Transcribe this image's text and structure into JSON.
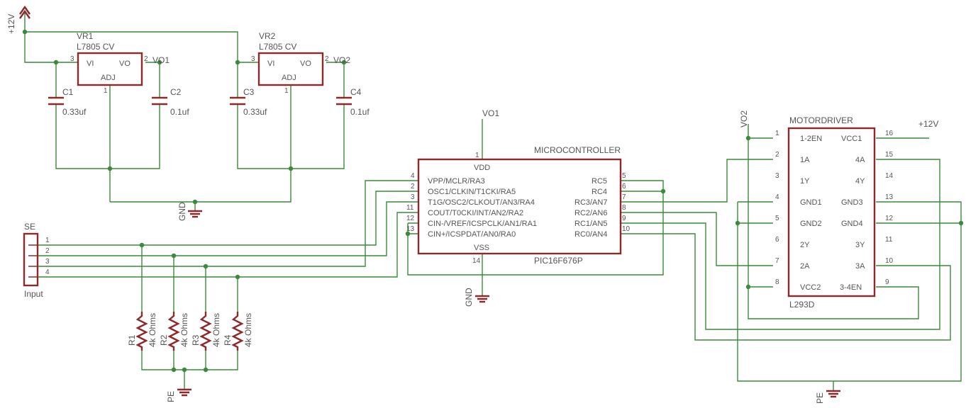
{
  "power": {
    "v12": "+12V",
    "gnd": "GND",
    "pe": "PE",
    "vo1": "VO1",
    "vo2": "VO2"
  },
  "regulators": [
    {
      "ref": "VR1",
      "value": "L7805 CV",
      "vi": "VI",
      "vo": "VO",
      "adj": "ADJ",
      "pin_in": "3",
      "pin_adj": "1",
      "pin_out": "2",
      "out_net": "VO1"
    },
    {
      "ref": "VR2",
      "value": "L7805 CV",
      "vi": "VI",
      "vo": "VO",
      "adj": "ADJ",
      "pin_in": "3",
      "pin_adj": "1",
      "pin_out": "2",
      "out_net": "VO2"
    }
  ],
  "capacitors": [
    {
      "ref": "C1",
      "value": "0.33uf"
    },
    {
      "ref": "C2",
      "value": "0.1uf"
    },
    {
      "ref": "C3",
      "value": "0.33uf"
    },
    {
      "ref": "C4",
      "value": "0.1uf"
    }
  ],
  "connector": {
    "ref": "SE",
    "value": "Input",
    "pins": [
      "1",
      "2",
      "3",
      "4"
    ]
  },
  "resistors": [
    {
      "ref": "R1",
      "value": "4k Ohms"
    },
    {
      "ref": "R2",
      "value": "4k Ohms"
    },
    {
      "ref": "R3",
      "value": "4k Ohms"
    },
    {
      "ref": "R4",
      "value": "4k Ohms"
    }
  ],
  "microcontroller": {
    "name": "MICROCONTROLLER",
    "part": "PIC16F676P",
    "vdd": "VDD",
    "vss": "VSS",
    "vdd_pin": "1",
    "vss_pin": "14",
    "left_pins": [
      {
        "num": "4",
        "name": "VPP/MCLR/RA3"
      },
      {
        "num": "2",
        "name": "OSC1/CLKIN/T1CKI/RA5"
      },
      {
        "num": "3",
        "name": "T1G/OSC2/CLKOUT/AN3/RA4"
      },
      {
        "num": "11",
        "name": "COUT/T0CKI/INT/AN2/RA2"
      },
      {
        "num": "12",
        "name": "CIN-/VREF/ICSPCLK/AN1/RA1"
      },
      {
        "num": "13",
        "name": "CIN+/ICSPDAT/AN0/RA0"
      }
    ],
    "right_pins": [
      {
        "num": "5",
        "name": "RC5"
      },
      {
        "num": "6",
        "name": "RC4"
      },
      {
        "num": "7",
        "name": "RC3/AN7"
      },
      {
        "num": "8",
        "name": "RC2/AN6"
      },
      {
        "num": "9",
        "name": "RC1/AN5"
      },
      {
        "num": "10",
        "name": "RC0/AN4"
      }
    ]
  },
  "motordriver": {
    "name": "MOTORDRIVER",
    "part": "L293D",
    "left_pins": [
      {
        "num": "1",
        "name": "1-2EN"
      },
      {
        "num": "2",
        "name": "1A"
      },
      {
        "num": "3",
        "name": "1Y"
      },
      {
        "num": "4",
        "name": "GND1"
      },
      {
        "num": "5",
        "name": "GND2"
      },
      {
        "num": "6",
        "name": "2Y"
      },
      {
        "num": "7",
        "name": "2A"
      },
      {
        "num": "8",
        "name": "VCC2"
      }
    ],
    "right_pins": [
      {
        "num": "16",
        "name": "VCC1"
      },
      {
        "num": "15",
        "name": "4A"
      },
      {
        "num": "14",
        "name": "4Y"
      },
      {
        "num": "13",
        "name": "GND3"
      },
      {
        "num": "12",
        "name": "GND4"
      },
      {
        "num": "11",
        "name": "3Y"
      },
      {
        "num": "10",
        "name": "3A"
      },
      {
        "num": "9",
        "name": "3-4EN"
      }
    ]
  },
  "colors": {
    "wire": "#3a8a3a",
    "part": "#8b2a2a",
    "text": "#555555"
  }
}
